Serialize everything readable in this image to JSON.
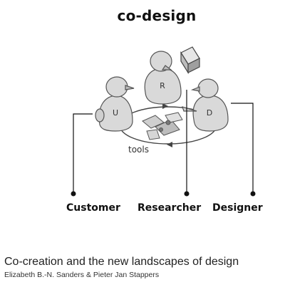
{
  "title": "co-design",
  "figure": {
    "cycle_label": "tools",
    "figures": [
      {
        "letter": "U"
      },
      {
        "letter": "R"
      },
      {
        "letter": "D"
      }
    ]
  },
  "labels": {
    "customer": "Customer",
    "researcher": "Researcher",
    "designer": "Designer"
  },
  "caption": {
    "title": "Co-creation and the new landscapes of design",
    "authors": "Elizabeth B.-N. Sanders & Pieter Jan Stappers"
  },
  "colors": {
    "figure_fill": "#d9d9d9",
    "figure_stroke": "#555555",
    "leader_line": "#111111"
  }
}
